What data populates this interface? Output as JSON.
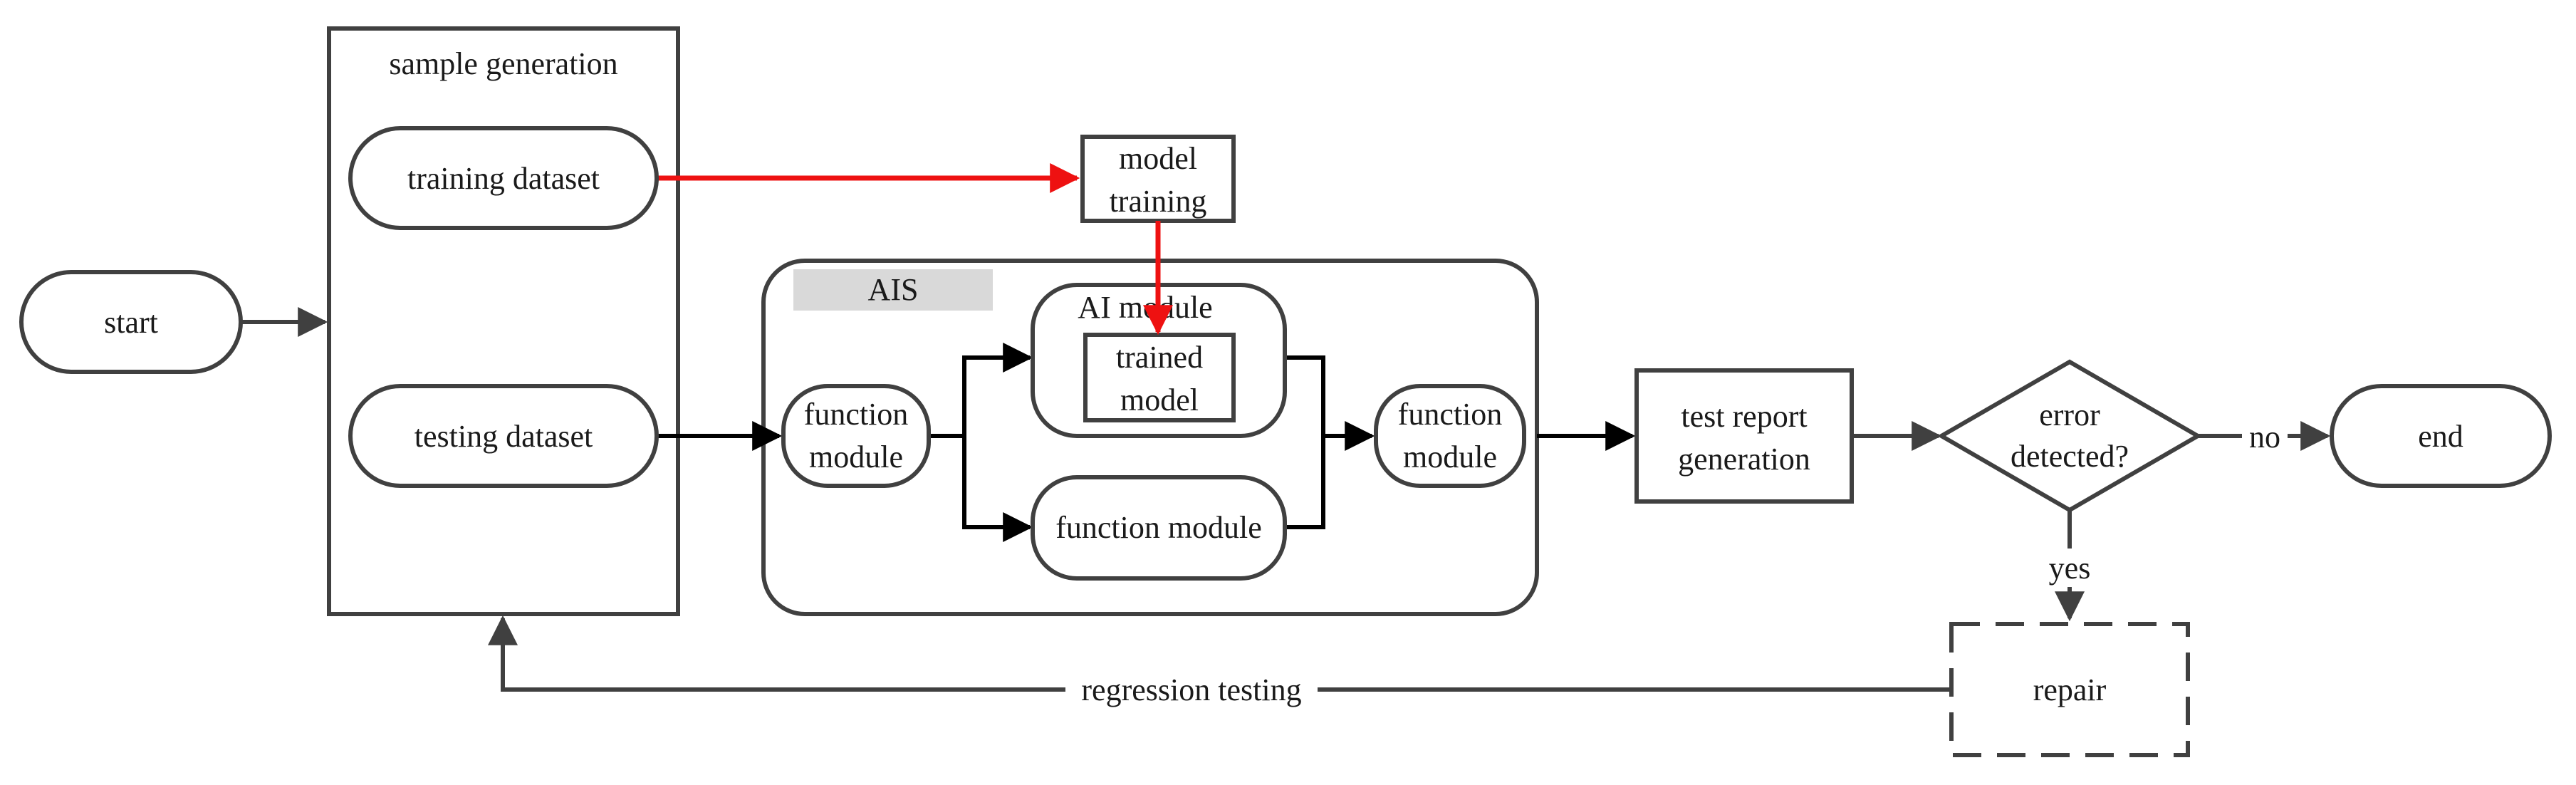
{
  "nodes": {
    "start": "start",
    "sample_generation": "sample generation",
    "training_dataset": "training dataset",
    "testing_dataset": "testing dataset",
    "model_training": [
      "model",
      "training"
    ],
    "ais": "AIS",
    "ai_module": "AI module",
    "trained_model": [
      "trained",
      "model"
    ],
    "function_module_left": [
      "function",
      "module"
    ],
    "function_module_bottom": "function module",
    "function_module_right": [
      "function",
      "module"
    ],
    "test_report": [
      "test report",
      "generation"
    ],
    "error_detected": [
      "error",
      "detected?"
    ],
    "end": "end",
    "repair": "repair"
  },
  "edges": {
    "no": "no",
    "yes": "yes",
    "regression": "regression testing"
  },
  "colors": {
    "stroke": "#404040",
    "flow_black": "#000000",
    "flow_red": "#ee1111",
    "ais_tag": "#d9d9d9"
  }
}
